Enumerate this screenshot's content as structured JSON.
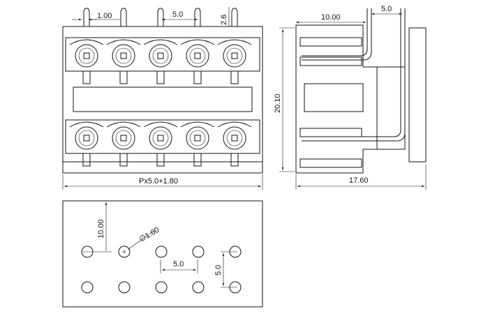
{
  "drawing": {
    "front_view": {
      "pin_width": "1.00",
      "pitch": "5.0",
      "pin_protrusion": "2.6",
      "total_length": "Px5.0+1.80",
      "rows": 2,
      "positions": 5
    },
    "side_view": {
      "depth": "10.00",
      "pitch": "5.0",
      "height": "20.10",
      "length": "17.60"
    },
    "footprint": {
      "row_offset": "10.00",
      "hole_diameter": "∅1.60",
      "hole_pitch": "5.0",
      "row_pitch": "5.0"
    }
  }
}
